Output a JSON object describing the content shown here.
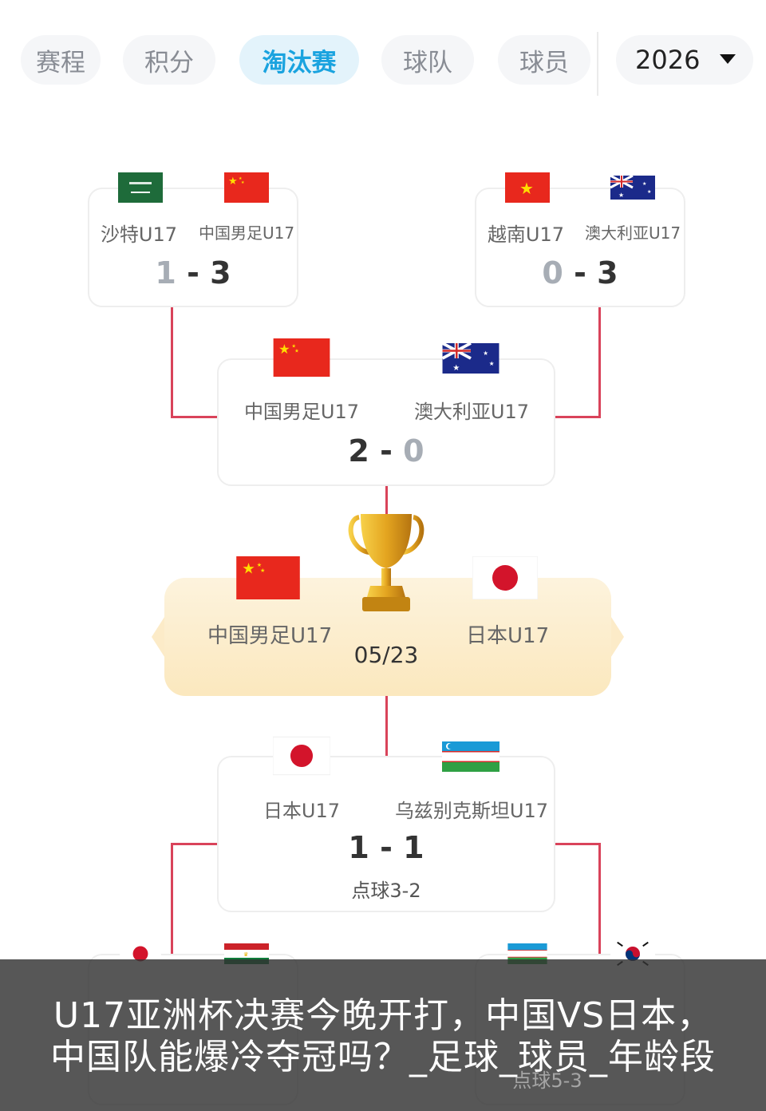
{
  "tabs": [
    {
      "label": "赛程",
      "active": false
    },
    {
      "label": "积分",
      "active": false
    },
    {
      "label": "淘汰赛",
      "active": true
    },
    {
      "label": "球队",
      "active": false
    },
    {
      "label": "球员",
      "active": false
    }
  ],
  "year_select": {
    "value": "2026"
  },
  "quarterfinals_top": [
    {
      "home": {
        "name": "沙特U17",
        "flag": "saudi-arabia-flag"
      },
      "away": {
        "name": "中国男足U17",
        "flag": "china-flag"
      },
      "score_home": "1",
      "score_away": "3"
    },
    {
      "home": {
        "name": "越南U17",
        "flag": "vietnam-flag"
      },
      "away": {
        "name": "澳大利亚U17",
        "flag": "australia-flag"
      },
      "score_home": "0",
      "score_away": "3"
    }
  ],
  "semifinal_top": {
    "home": {
      "name": "中国男足U17",
      "flag": "china-flag"
    },
    "away": {
      "name": "澳大利亚U17",
      "flag": "australia-flag"
    },
    "score_home": "2",
    "score_away": "0"
  },
  "final": {
    "home": {
      "name": "中国男足U17",
      "flag": "china-flag"
    },
    "away": {
      "name": "日本U17",
      "flag": "japan-flag"
    },
    "date": "05/23",
    "trophy_icon": "trophy-icon"
  },
  "semifinal_bottom": {
    "home": {
      "name": "日本U17",
      "flag": "japan-flag"
    },
    "away": {
      "name": "乌兹别克斯坦U17",
      "flag": "uzbekistan-flag"
    },
    "score_home": "1",
    "score_away": "1",
    "penalties": "点球3-2"
  },
  "quarterfinals_bottom_partial": {
    "left_flags": [
      "japan-flag",
      "tajikistan-flag"
    ],
    "right_flags": [
      "uzbekistan-flag",
      "south-korea-flag"
    ],
    "right_penalties": "点球5-3"
  },
  "caption": {
    "line1": "U17亚洲杯决赛今晚开打，中国VS日本，",
    "line2": "中国队能爆冷夺冠吗？_足球_球员_年龄段"
  },
  "colors": {
    "accent": "#1aa3df",
    "bracket": "#d9435a",
    "final_bg": "#fbe8be"
  }
}
